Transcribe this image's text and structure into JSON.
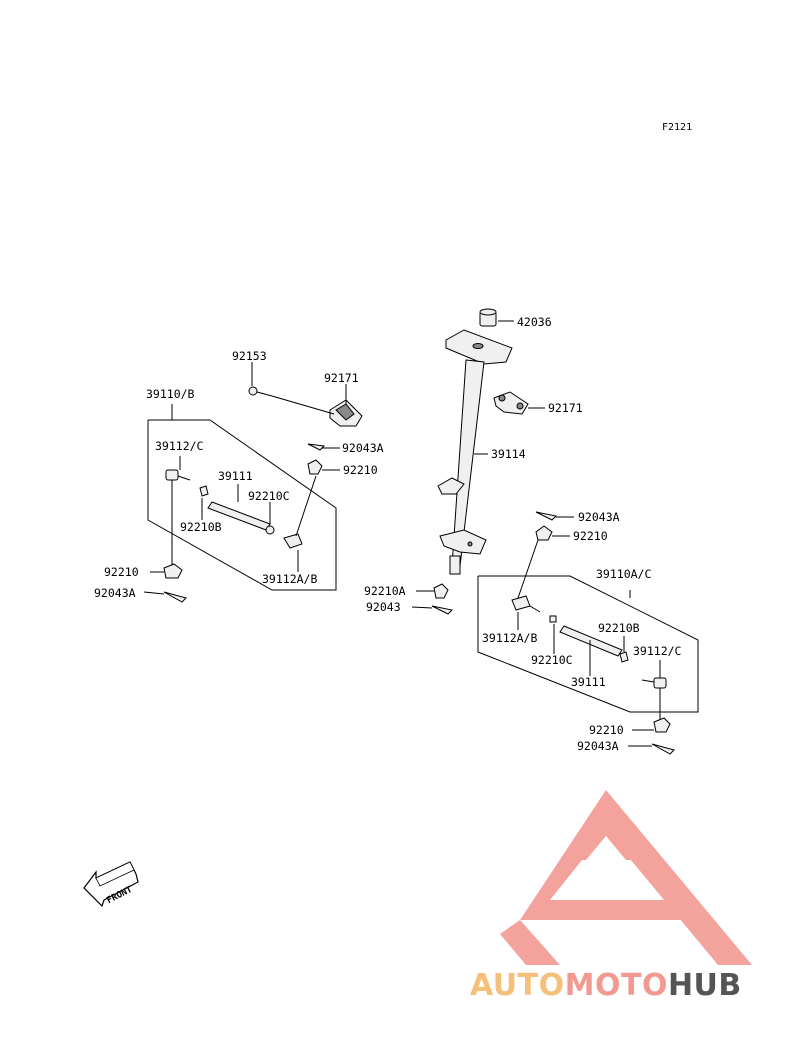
{
  "diagram": {
    "figure_code": "F2121",
    "labels": [
      {
        "id": "l42036",
        "text": "42036"
      },
      {
        "id": "l92153",
        "text": "92153"
      },
      {
        "id": "l92171a",
        "text": "92171"
      },
      {
        "id": "l92171b",
        "text": "92171"
      },
      {
        "id": "l39110b",
        "text": "39110/B"
      },
      {
        "id": "l92043Aa",
        "text": "92043A"
      },
      {
        "id": "l39114",
        "text": "39114"
      },
      {
        "id": "l39112c_l",
        "text": "39112/C"
      },
      {
        "id": "l92210a",
        "text": "92210"
      },
      {
        "id": "l39111_l",
        "text": "39111"
      },
      {
        "id": "l92210C_l",
        "text": "92210C"
      },
      {
        "id": "l92210B_l",
        "text": "92210B"
      },
      {
        "id": "l92043Ab",
        "text": "92043A"
      },
      {
        "id": "l92210b",
        "text": "92210"
      },
      {
        "id": "l92210c",
        "text": "92210"
      },
      {
        "id": "l39112AB_l",
        "text": "39112A/B"
      },
      {
        "id": "l39110AC",
        "text": "39110A/C"
      },
      {
        "id": "l92210A",
        "text": "92210A"
      },
      {
        "id": "l92043",
        "text": "92043"
      },
      {
        "id": "l92043Ac",
        "text": "92043A"
      },
      {
        "id": "l39112AB_r",
        "text": "39112A/B"
      },
      {
        "id": "l92210B_r",
        "text": "92210B"
      },
      {
        "id": "l92210C_r",
        "text": "92210C"
      },
      {
        "id": "l39112c_r",
        "text": "39112/C"
      },
      {
        "id": "l39111_r",
        "text": "39111"
      },
      {
        "id": "l92210d",
        "text": "92210"
      },
      {
        "id": "l92043Ad",
        "text": "92043A"
      }
    ],
    "front_arrow_text": "FRONT"
  },
  "watermark": {
    "text_part1": "AUTO",
    "text_part2": "MOTO",
    "text_part3": "HUB",
    "colors": {
      "auto": "#f5c07a",
      "moto": "#f29a92",
      "hub": "#555555",
      "logo": "#f29a92"
    }
  }
}
